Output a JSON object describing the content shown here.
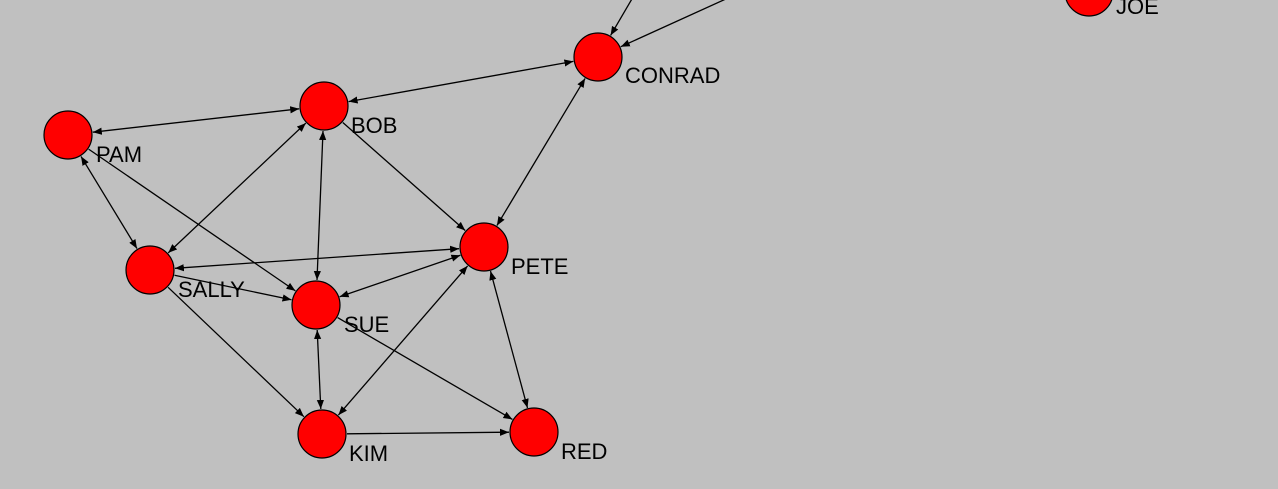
{
  "diagram": {
    "background_color": "#c0c0c0",
    "node_color": "#ff0000",
    "node_stroke_color": "#000000",
    "edge_color": "#000000",
    "nodes": [
      {
        "id": "PAM",
        "label": "PAM"
      },
      {
        "id": "BOB",
        "label": "BOB"
      },
      {
        "id": "CONRAD",
        "label": "CONRAD"
      },
      {
        "id": "SALLY",
        "label": "SALLY"
      },
      {
        "id": "SUE",
        "label": "SUE"
      },
      {
        "id": "PETE",
        "label": "PETE"
      },
      {
        "id": "KIM",
        "label": "KIM"
      },
      {
        "id": "RED",
        "label": "RED"
      },
      {
        "id": "JOE",
        "label": "JOE"
      }
    ],
    "edges": [
      {
        "from": "PAM",
        "to": "BOB",
        "direction": "both"
      },
      {
        "from": "BOB",
        "to": "CONRAD",
        "direction": "both"
      },
      {
        "from": "PAM",
        "to": "SALLY",
        "direction": "both"
      },
      {
        "from": "PAM",
        "to": "SUE",
        "direction": "forward"
      },
      {
        "from": "BOB",
        "to": "SALLY",
        "direction": "both"
      },
      {
        "from": "BOB",
        "to": "SUE",
        "direction": "both"
      },
      {
        "from": "BOB",
        "to": "PETE",
        "direction": "forward"
      },
      {
        "from": "CONRAD",
        "to": "PETE",
        "direction": "both"
      },
      {
        "from": "SALLY",
        "to": "PETE",
        "direction": "both"
      },
      {
        "from": "SALLY",
        "to": "SUE",
        "direction": "forward"
      },
      {
        "from": "SALLY",
        "to": "KIM",
        "direction": "forward"
      },
      {
        "from": "SUE",
        "to": "PETE",
        "direction": "both"
      },
      {
        "from": "SUE",
        "to": "KIM",
        "direction": "both"
      },
      {
        "from": "SUE",
        "to": "RED",
        "direction": "forward"
      },
      {
        "from": "PETE",
        "to": "KIM",
        "direction": "both"
      },
      {
        "from": "PETE",
        "to": "RED",
        "direction": "both"
      },
      {
        "from": "KIM",
        "to": "RED",
        "direction": "forward"
      },
      {
        "from": "offscreen-a",
        "to": "CONRAD",
        "direction": "forward"
      },
      {
        "from": "offscreen-b",
        "to": "CONRAD",
        "direction": "forward"
      }
    ]
  }
}
